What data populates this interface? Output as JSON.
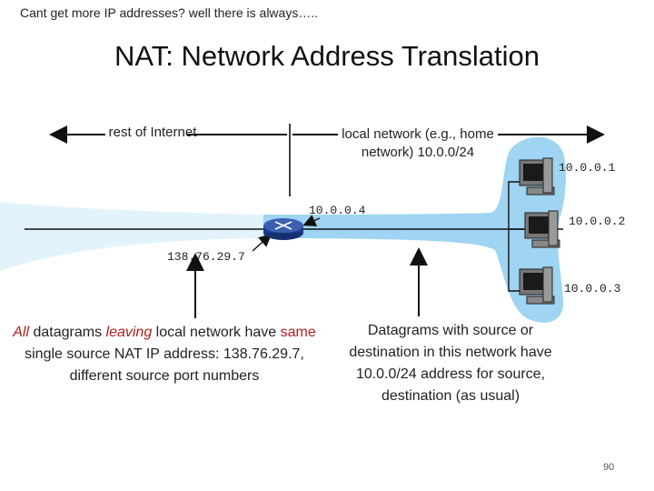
{
  "slide": {
    "top_note": "Cant get more IP addresses?  well there is always…..",
    "title": "NAT: Network Address Translation",
    "page_number": "90"
  },
  "labels": {
    "rest_of_internet": "rest of Internet",
    "local_network": "local network (e.g., home network) 10.0.0/24",
    "router_ip": "10.0.0.4",
    "public_ip": "138.76.29.7",
    "host_ips": [
      "10.0.0.1",
      "10.0.0.2",
      "10.0.0.3"
    ]
  },
  "captions": {
    "left": {
      "all": "All",
      "t1": " datagrams ",
      "leaving": "leaving",
      "t2": " local network have ",
      "same": "same",
      "t3": " single source NAT IP address: 138.76.29.7, different source port numbers"
    },
    "right": "Datagrams with source or destination in this network have 10.0.0/24 address for source, destination (as usual)"
  },
  "colors": {
    "network_blob": "#9fd4f2",
    "accent_red": "#b01e1e",
    "router": "#1e3a8a"
  },
  "icons": [
    "router-icon",
    "computer-icon"
  ]
}
